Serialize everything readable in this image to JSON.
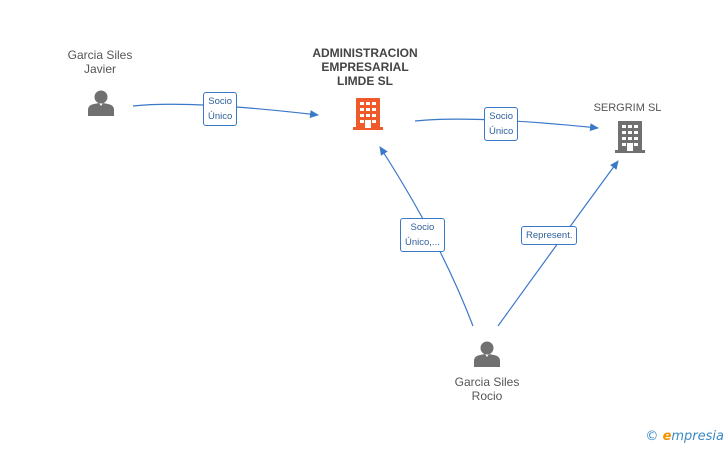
{
  "nodes": {
    "javier": {
      "name_line1": "Garcia Siles",
      "name_line2": "Javier",
      "icon": "person-icon",
      "color": "#707070"
    },
    "limde": {
      "name_line1": "ADMINISTRACION",
      "name_line2": "EMPRESARIAL",
      "name_line3": "LIMDE SL",
      "icon": "building-icon",
      "color": "#f05a2a"
    },
    "sergrim": {
      "name_line1": "SERGRIM SL",
      "icon": "building-icon",
      "color": "#707070"
    },
    "rocio": {
      "name_line1": "Garcia Siles",
      "name_line2": "Rocio",
      "icon": "person-icon",
      "color": "#707070"
    }
  },
  "edges": {
    "javier_limde": {
      "line1": "Socio",
      "line2": "Único"
    },
    "limde_sergrim": {
      "line1": "Socio",
      "line2": "Único"
    },
    "rocio_limde": {
      "line1": "Socio",
      "line2": "Único,..."
    },
    "rocio_sergrim": {
      "line1": "Represent."
    }
  },
  "colors": {
    "edge": "#3a78c8",
    "label_border": "#3a78c8",
    "accent": "#f05a2a"
  },
  "watermark": {
    "copyright": "©",
    "brand_initial": "e",
    "brand_rest": "mpresia"
  }
}
